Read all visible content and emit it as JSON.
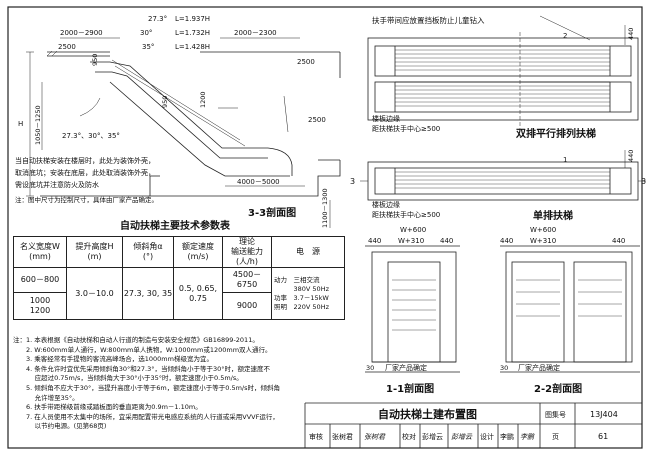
{
  "section33": {
    "angles": [
      "27.3°",
      "30°",
      "35°"
    ],
    "h_values": [
      "L=1.937H",
      "L=1.732H",
      "L=1.428H"
    ],
    "dim_top_left": "2000－2900",
    "dim_top_right": "2000－2300",
    "dim_2500_a": "2500",
    "dim_2500_b": "2500",
    "dim_2500_c": "2500",
    "dim_950_a": "950",
    "dim_950_b": "950",
    "dim_1200": "1200",
    "dim_h": "H",
    "dim_1050": "1050－1250",
    "dim_4000": "4000－5000",
    "dim_1100": "1100－1300",
    "angle_note": "27.3°、30°、35°",
    "note_text": [
      "当自动扶梯安装在楼层时，此处为装饰外壳，",
      "取消底坑；安装在底层，此处取消装饰外壳，",
      "需设底坑并注意防火及防水"
    ],
    "note_size": "注：图中尺寸为控制尺寸，具体由厂家产品确定。",
    "caption": "3-3剖面图"
  },
  "plan_top": {
    "note": "扶手带间应放置挡板防止儿童钻入",
    "label_edge": "楼板边缘",
    "label_dist": "距扶梯扶手中心≥500",
    "dim_440": "440",
    "dim_2": "2",
    "caption": "双排平行排列扶梯"
  },
  "plan_single": {
    "label_edge": "楼板边缘",
    "label_dist": "距扶梯扶手中心≥500",
    "dim_440": "440",
    "dim_1": "1",
    "dim_3": "3",
    "caption": "单排扶梯"
  },
  "sec11": {
    "dims": [
      "440",
      "W+310",
      "440"
    ],
    "top_dim": "W+600",
    "dim_30": "30",
    "label": "厂家产品确定",
    "caption": "1-1剖面图"
  },
  "sec22": {
    "dims": [
      "440",
      "W+310",
      "440"
    ],
    "top_dim": "W+600",
    "dim_30": "30",
    "label": "厂家产品确定",
    "caption": "2-2剖面图"
  },
  "spec": {
    "title": "自动扶梯主要技术参数表",
    "headers": [
      "名义宽度W\n(mm)",
      "提升高度H\n(m)",
      "倾斜角α\n(°)",
      "额定速度\n(m/s)",
      "理论\n输送能力\n(人/h)",
      "电　源"
    ],
    "rows": [
      {
        "w": "600－800",
        "cap": "4500－6750"
      },
      {
        "w": "1000\n1200",
        "cap": "9000"
      }
    ],
    "h": "3.0－10.0",
    "angle": "27.3, 30, 35",
    "speed": "0.5, 0.65,\n0.75",
    "power": [
      "动力　三相交流",
      "　　　380V 50Hz",
      "功率　3.7－15kW",
      "照明　220V 50Hz"
    ]
  },
  "notes": [
    "注：1. 本表根据《自动扶梯和自动人行道的制造与安装安全规范》GB16899-2011。",
    "　　2. W:600mm单人通行，W:800mm单人携物，W:1000mm或1200mm双人通行。",
    "　　3. 乘客经常有手提物的客流高峰场合，选1000mm梯级宽为宜。",
    "　　4. 条件允许时宜优先采用倾斜角30°和27.3°，当倾斜角小于等于30°时，额定速度不",
    "　　　 应超过0.75m/s，当倾斜角大于30°小于35°时，额定速度小于0.5m/s。",
    "　　5. 倾斜角不应大于30°，当提升高度小于等于6m，额定速度小于等于0.5m/s时，倾斜角",
    "　　　 允许增至35°。",
    "　　6. 扶手带距梯级前缘或踏板面的垂直距离为0.9m－1.10m。",
    "　　7. 在人员使用不太集中的场所，宜采用配置带光电感应系统的人行道或采用VVVF运行，",
    "　　　 以节约电源。(见第68页)"
  ],
  "titleblock": {
    "title": "自动扶梯土建布置图",
    "atlas_label": "图集号",
    "atlas_no": "13J404",
    "cells": [
      "审核",
      "张树君",
      "张树君",
      "校对",
      "彭增云",
      "彭增云",
      "设计",
      "李鹏",
      "李鹏",
      "页"
    ],
    "page_no": "61"
  }
}
